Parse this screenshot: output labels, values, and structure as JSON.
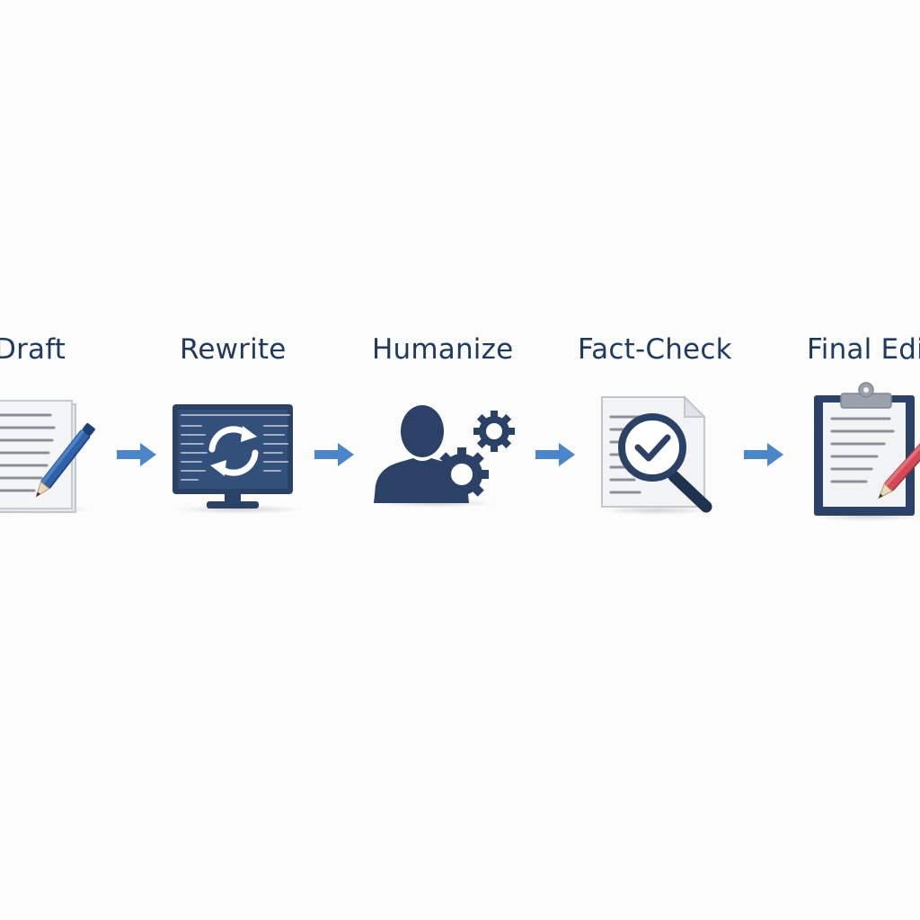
{
  "flow": {
    "steps": [
      {
        "label": "Draft",
        "icon": "document-pencil-icon"
      },
      {
        "label": "Rewrite",
        "icon": "monitor-refresh-icon"
      },
      {
        "label": "Humanize",
        "icon": "person-gears-icon"
      },
      {
        "label": "Fact-Check",
        "icon": "document-magnifier-check-icon"
      },
      {
        "label": "Final Edi",
        "icon": "clipboard-pencil-icon"
      }
    ],
    "arrow_icon": "right-arrow-icon"
  },
  "colors": {
    "navy": "#2b4266",
    "label": "#1f3a5f",
    "arrow": "#4a86c8",
    "paper": "#f2f3f5",
    "paper_border": "#c7cbd2",
    "pencil_blue": "#2f62a9",
    "pencil_red": "#d24a55",
    "background": "#fcfcfd"
  }
}
